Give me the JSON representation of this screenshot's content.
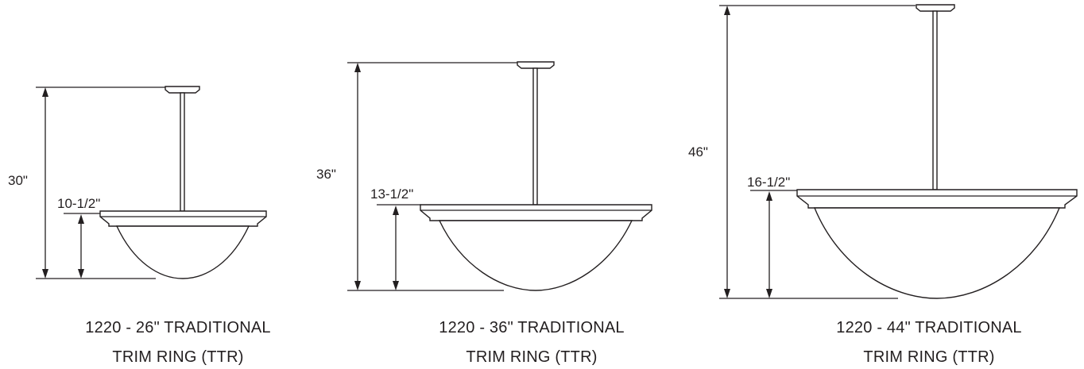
{
  "fixtures": [
    {
      "overall_height": "30\"",
      "bowl_height": "10-1/2\"",
      "caption_line1": "1220 - 26\" TRADITIONAL",
      "caption_line2": "TRIM RING (TTR)"
    },
    {
      "overall_height": "36\"",
      "bowl_height": "13-1/2\"",
      "caption_line1": "1220 - 36\" TRADITIONAL",
      "caption_line2": "TRIM RING (TTR)"
    },
    {
      "overall_height": "46\"",
      "bowl_height": "16-1/2\"",
      "caption_line1": "1220 - 44\" TRADITIONAL",
      "caption_line2": "TRIM RING (TTR)"
    }
  ]
}
